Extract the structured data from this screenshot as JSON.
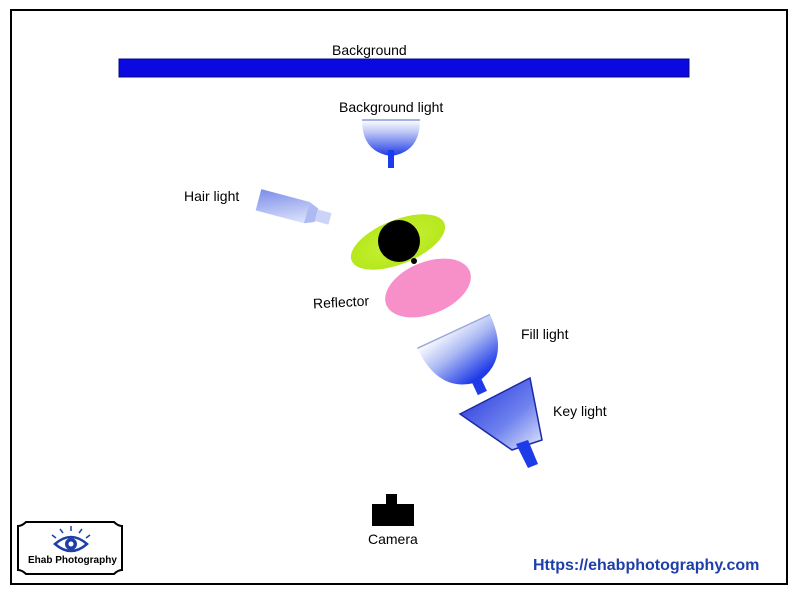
{
  "labels": {
    "background": "Background",
    "background_light": "Background light",
    "hair_light": "Hair light",
    "reflector": "Reflector",
    "fill_light": "Fill light",
    "key_light": "Key light",
    "camera": "Camera"
  },
  "logo": {
    "name": "Ehab Photography"
  },
  "website": "Https://ehabphotography.com",
  "colors": {
    "background_bar": "#0a0ae0",
    "light_blue": "#1a3cf0",
    "hair_glow": "#c2ef2a",
    "reflector": "#f78fc8",
    "subject": "#000000",
    "url_text": "#1f3fa8"
  },
  "icons": [
    "eye-icon",
    "camera-icon"
  ]
}
